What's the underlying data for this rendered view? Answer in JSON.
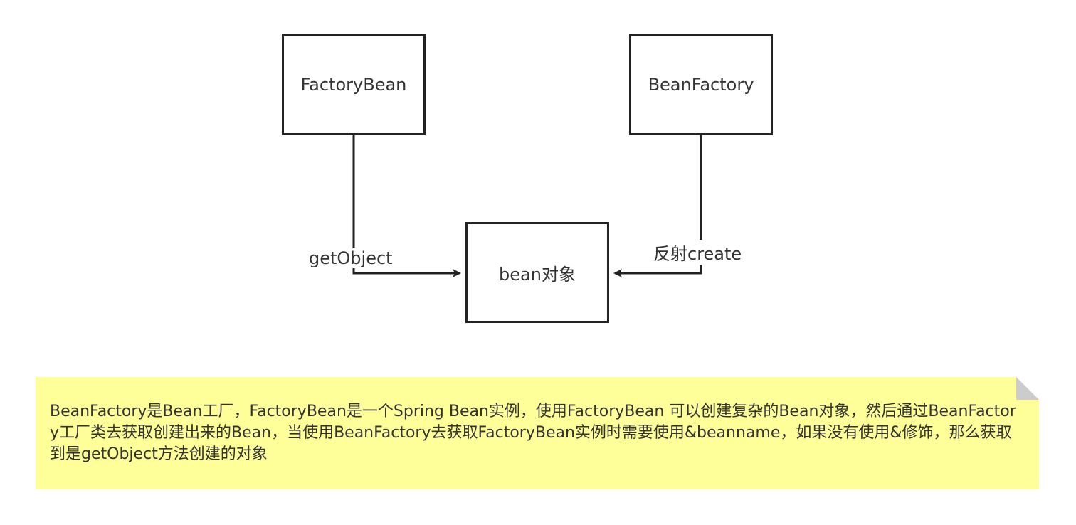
{
  "nodes": {
    "factorybean": {
      "label": "FactoryBean"
    },
    "beanfactory": {
      "label": "BeanFactory"
    },
    "bean_object": {
      "label": "bean对象"
    }
  },
  "edges": {
    "getobject": {
      "label": "getObject"
    },
    "reflect_create": {
      "label": "反射create"
    }
  },
  "note": {
    "text": "BeanFactory是Bean工厂，FactoryBean是一个Spring Bean实例，使用FactoryBean 可以创建复杂的Bean对象，然后通过BeanFactory工厂类去获取创建出来的Bean，当使用BeanFactory去获取FactoryBean实例时需要使用&beanname，如果没有使用&修饰，那么获取到是getObject方法创建的对象",
    "fill_color": "#ffff99",
    "fold_color": "#cccccc"
  },
  "colors": {
    "stroke": "#222222",
    "text": "#333333"
  }
}
